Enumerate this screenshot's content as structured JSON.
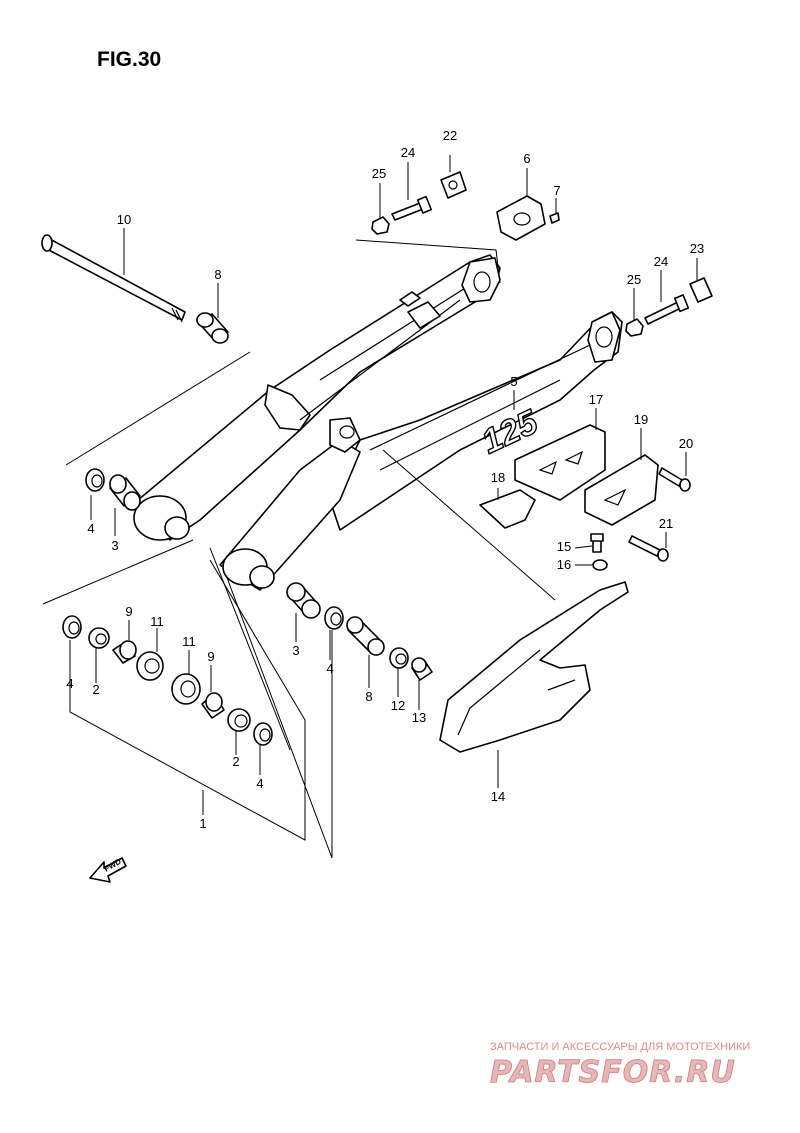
{
  "figure_title": "FIG.30",
  "fwd_label": "FWD",
  "model_marking": "125",
  "watermark": {
    "line1": "ЗАПЧАСТИ И АКСЕССУАРЫ ДЛЯ МОТОТЕХНИКИ",
    "line2": "PARTSFOR.RU",
    "color": "#e58a8a"
  },
  "callouts": [
    {
      "id": "c-22",
      "text": "22"
    },
    {
      "id": "c-24a",
      "text": "24"
    },
    {
      "id": "c-25a",
      "text": "25"
    },
    {
      "id": "c-6",
      "text": "6"
    },
    {
      "id": "c-7",
      "text": "7"
    },
    {
      "id": "c-10",
      "text": "10"
    },
    {
      "id": "c-8a",
      "text": "8"
    },
    {
      "id": "c-23",
      "text": "23"
    },
    {
      "id": "c-24b",
      "text": "24"
    },
    {
      "id": "c-25b",
      "text": "25"
    },
    {
      "id": "c-5",
      "text": "5"
    },
    {
      "id": "c-17",
      "text": "17"
    },
    {
      "id": "c-19",
      "text": "19"
    },
    {
      "id": "c-20",
      "text": "20"
    },
    {
      "id": "c-18",
      "text": "18"
    },
    {
      "id": "c-21",
      "text": "21"
    },
    {
      "id": "c-15",
      "text": "15"
    },
    {
      "id": "c-16",
      "text": "16"
    },
    {
      "id": "c-4a",
      "text": "4"
    },
    {
      "id": "c-3a",
      "text": "3"
    },
    {
      "id": "c-9a",
      "text": "9"
    },
    {
      "id": "c-11a",
      "text": "11"
    },
    {
      "id": "c-11b",
      "text": "11"
    },
    {
      "id": "c-9b",
      "text": "9"
    },
    {
      "id": "c-4b",
      "text": "4"
    },
    {
      "id": "c-2a",
      "text": "2"
    },
    {
      "id": "c-2b",
      "text": "2"
    },
    {
      "id": "c-4c",
      "text": "4"
    },
    {
      "id": "c-3b",
      "text": "3"
    },
    {
      "id": "c-4d",
      "text": "4"
    },
    {
      "id": "c-8b",
      "text": "8"
    },
    {
      "id": "c-12",
      "text": "12"
    },
    {
      "id": "c-13",
      "text": "13"
    },
    {
      "id": "c-14",
      "text": "14"
    },
    {
      "id": "c-1",
      "text": "1"
    }
  ]
}
